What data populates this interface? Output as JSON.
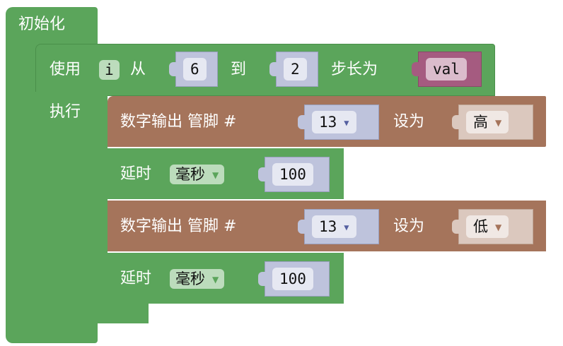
{
  "setup": {
    "label": "初始化"
  },
  "for_loop": {
    "use": "使用",
    "var": "i",
    "from": "从",
    "from_value": "6",
    "to": "到",
    "to_value": "2",
    "step": "步长为",
    "step_var": "val",
    "do": "执行"
  },
  "statements": [
    {
      "label": "数字输出 管脚 #",
      "pin": "13",
      "set": "设为",
      "level": "高"
    },
    {
      "label": "延时",
      "unit": "毫秒",
      "value": "100"
    },
    {
      "label": "数字输出 管脚 #",
      "pin": "13",
      "set": "设为",
      "level": "低"
    },
    {
      "label": "延时",
      "unit": "毫秒",
      "value": "100"
    }
  ],
  "colors": {
    "loop": "#5ba55b",
    "io": "#a5745b",
    "math": "#bec3dc",
    "variable": "#a55b80"
  }
}
